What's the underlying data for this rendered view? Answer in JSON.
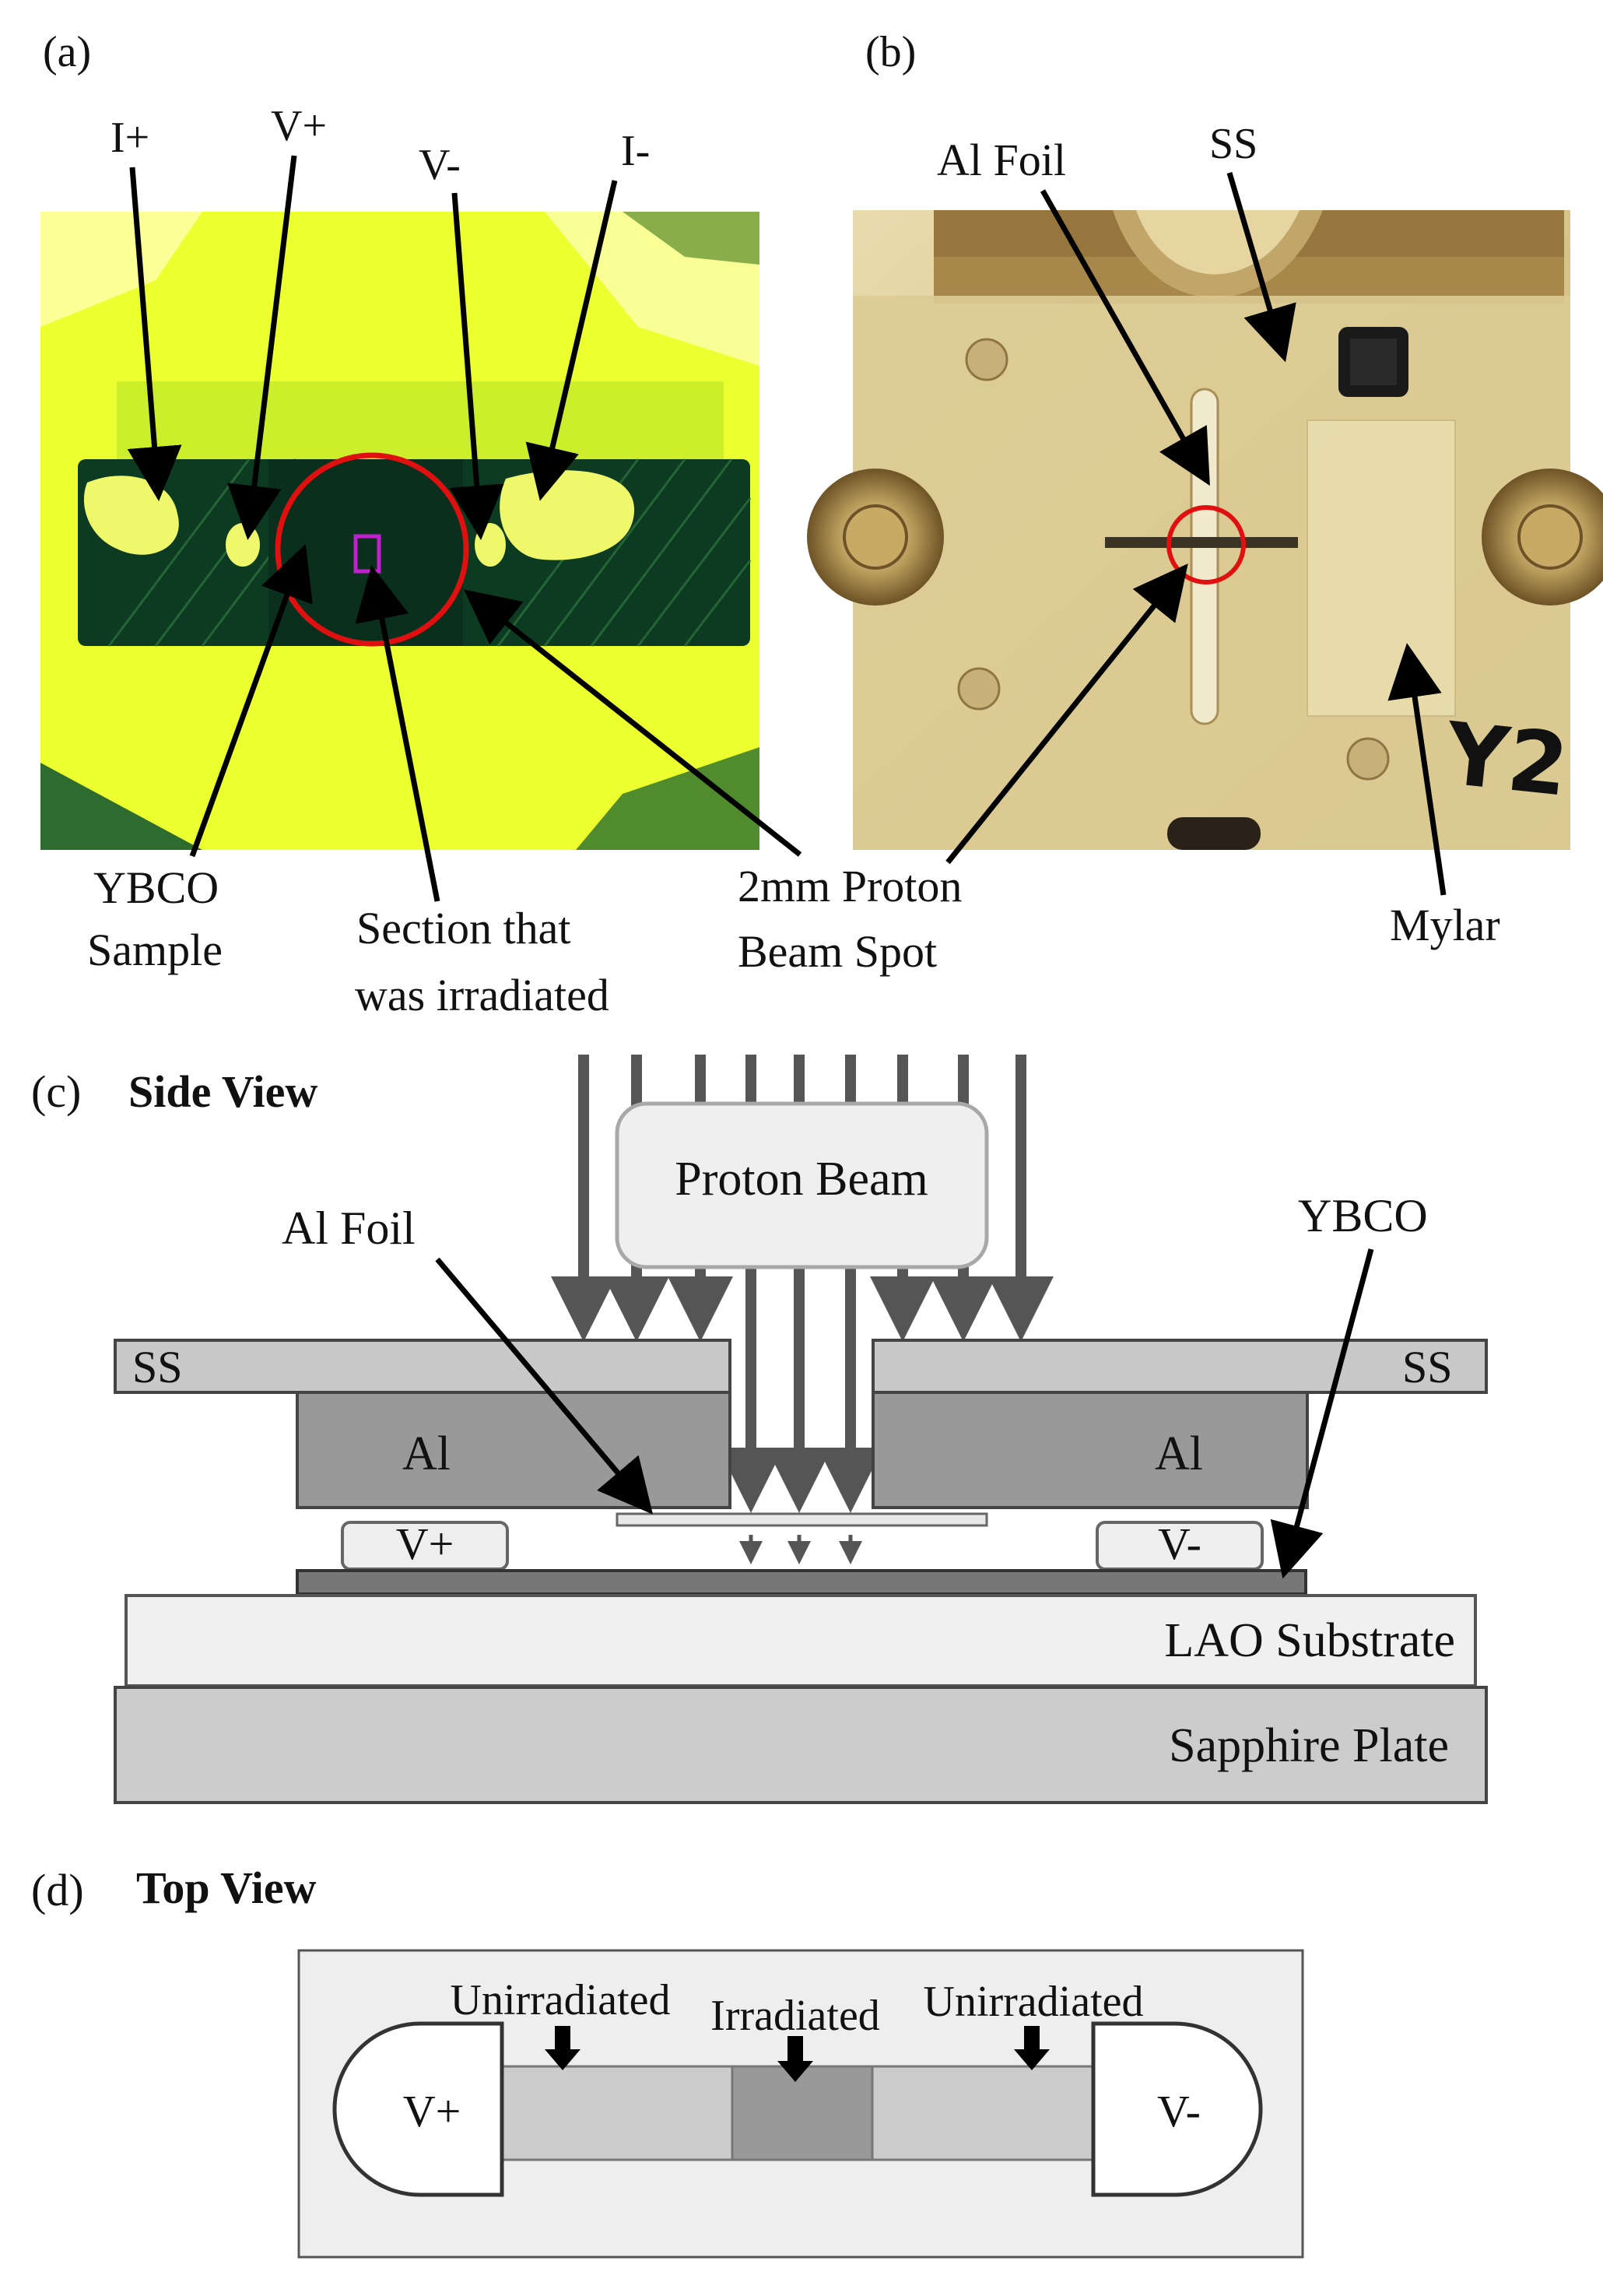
{
  "panel_a": {
    "tag": "(a)",
    "leads": {
      "i_plus": "I+",
      "v_plus": "V+",
      "v_minus": "V-",
      "i_minus": "I-"
    },
    "sample_line1": "YBCO",
    "sample_line2": "Sample",
    "section_line1": "Section that",
    "section_line2": "was irradiated",
    "colors": {
      "bright": "#f2ff3a",
      "green": "#2e6b2e",
      "dark": "#0e3a22",
      "circle": "#e01010",
      "marker": "#c21fd0"
    }
  },
  "panel_b": {
    "tag": "(b)",
    "al_foil": "Al Foil",
    "ss": "SS",
    "spot_line1": "2mm Proton",
    "spot_line2": "Beam Spot",
    "mylar": "Mylar",
    "handwriting": "Y2",
    "colors": {
      "brass": "#d8c791",
      "brass_dark": "#9a8350",
      "circle": "#e01010"
    }
  },
  "panel_c": {
    "tag": "(c)",
    "title": "Side View",
    "proton_beam": "Proton Beam",
    "al_foil": "Al Foil",
    "ybco": "YBCO",
    "ss_left": "SS",
    "ss_right": "SS",
    "al_left": "Al",
    "al_right": "Al",
    "v_plus": "V+",
    "v_minus": "V-",
    "lao": "LAO Substrate",
    "sapphire": "Sapphire Plate"
  },
  "panel_d": {
    "tag": "(d)",
    "title": "Top View",
    "unirradiated_left": "Unirradiated",
    "irradiated": "Irradiated",
    "unirradiated_right": "Unirradiated",
    "v_plus": "V+",
    "v_minus": "V-"
  }
}
